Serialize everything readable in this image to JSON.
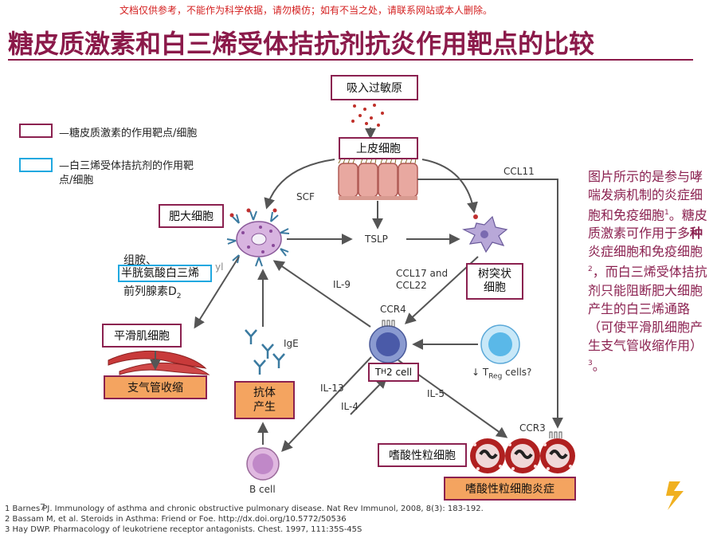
{
  "watermark": "文档仅供参考，不能作为科学依据，请勿模仿；如有不当之处，请联系网站或本人删除。",
  "title": "糖皮质激素和白三烯受体拮抗剂抗炎作用靶点的比较",
  "legend": {
    "gc_label": "—糖皮质激素的作用靶点/细胞",
    "ltra_label_line1": "—白三烯受体拮抗剂的作用靶",
    "ltra_label_line2": "点/细胞",
    "gc_color": "#8b2150",
    "ltra_color": "#20a8e0"
  },
  "diagram": {
    "allergen": "吸入过敏原",
    "epithelium": "上皮细胞",
    "mast_cell": "肥大细胞",
    "dendritic_cell_line1": "树突状",
    "dendritic_cell_line2": "细胞",
    "smooth_muscle": "平滑肌细胞",
    "bronchoconstriction": "支气管收缩",
    "antibody_line1": "抗体",
    "antibody_line2": "产生",
    "eosinophil": "嗜酸性粒细胞",
    "eos_inflammation": "嗜酸性粒细胞炎症",
    "mediators_line1": "组胺、",
    "mediators_line2": "半胱氨酸白三烯",
    "mediators_line3": "前列腺素D",
    "mediators_sub": "2",
    "scf": "SCF",
    "tslp": "TSLP",
    "ccl11": "CCL11",
    "ccl17": "CCL17 and",
    "ccl22": "CCL22",
    "il9": "IL-9",
    "ccr4": "CCR4",
    "ccr3": "CCR3",
    "th2_prefix": "T",
    "th2_sub": "H",
    "th2_suffix": "2 cell",
    "treg_prefix": "↓ T",
    "treg_sub": "Reg",
    "treg_suffix": " cells?",
    "ige": "IgE",
    "il13": "IL-13",
    "il4": "IL-4",
    "il5": "IL-5",
    "bcell": "B cell",
    "ghost_yl": "yl"
  },
  "description": {
    "p1": "图片所示的是参与哮喘发病机制的炎症细胞和免疫细胞",
    "s1": "1",
    "p2": "。糖皮质激素可作用于多",
    "bold": "种",
    "p3": "炎症细胞和免疫细胞",
    "s2": "2",
    "p4": "，而白三烯受体拮抗剂只能阻断肥大细胞产生的白三烯通路（可使平滑肌细胞产生支气管收缩作用）",
    "s3": "3",
    "p5": "。"
  },
  "references": [
    "1 Barnes PJ. Immunology of asthma and chronic obstructive pulmonary disease. Nat Rev Immunol, 2008, 8(3): 183-192.",
    "2 Bassam M, et al. Steroids in Asthma: Friend or Foe. http://dx.doi.org/10.5772/50536",
    "3 Hay DWP. Pharmacology of leukotriene receptor antagonists. Chest. 1997, 111:35S-45S"
  ],
  "page_number": "7"
}
